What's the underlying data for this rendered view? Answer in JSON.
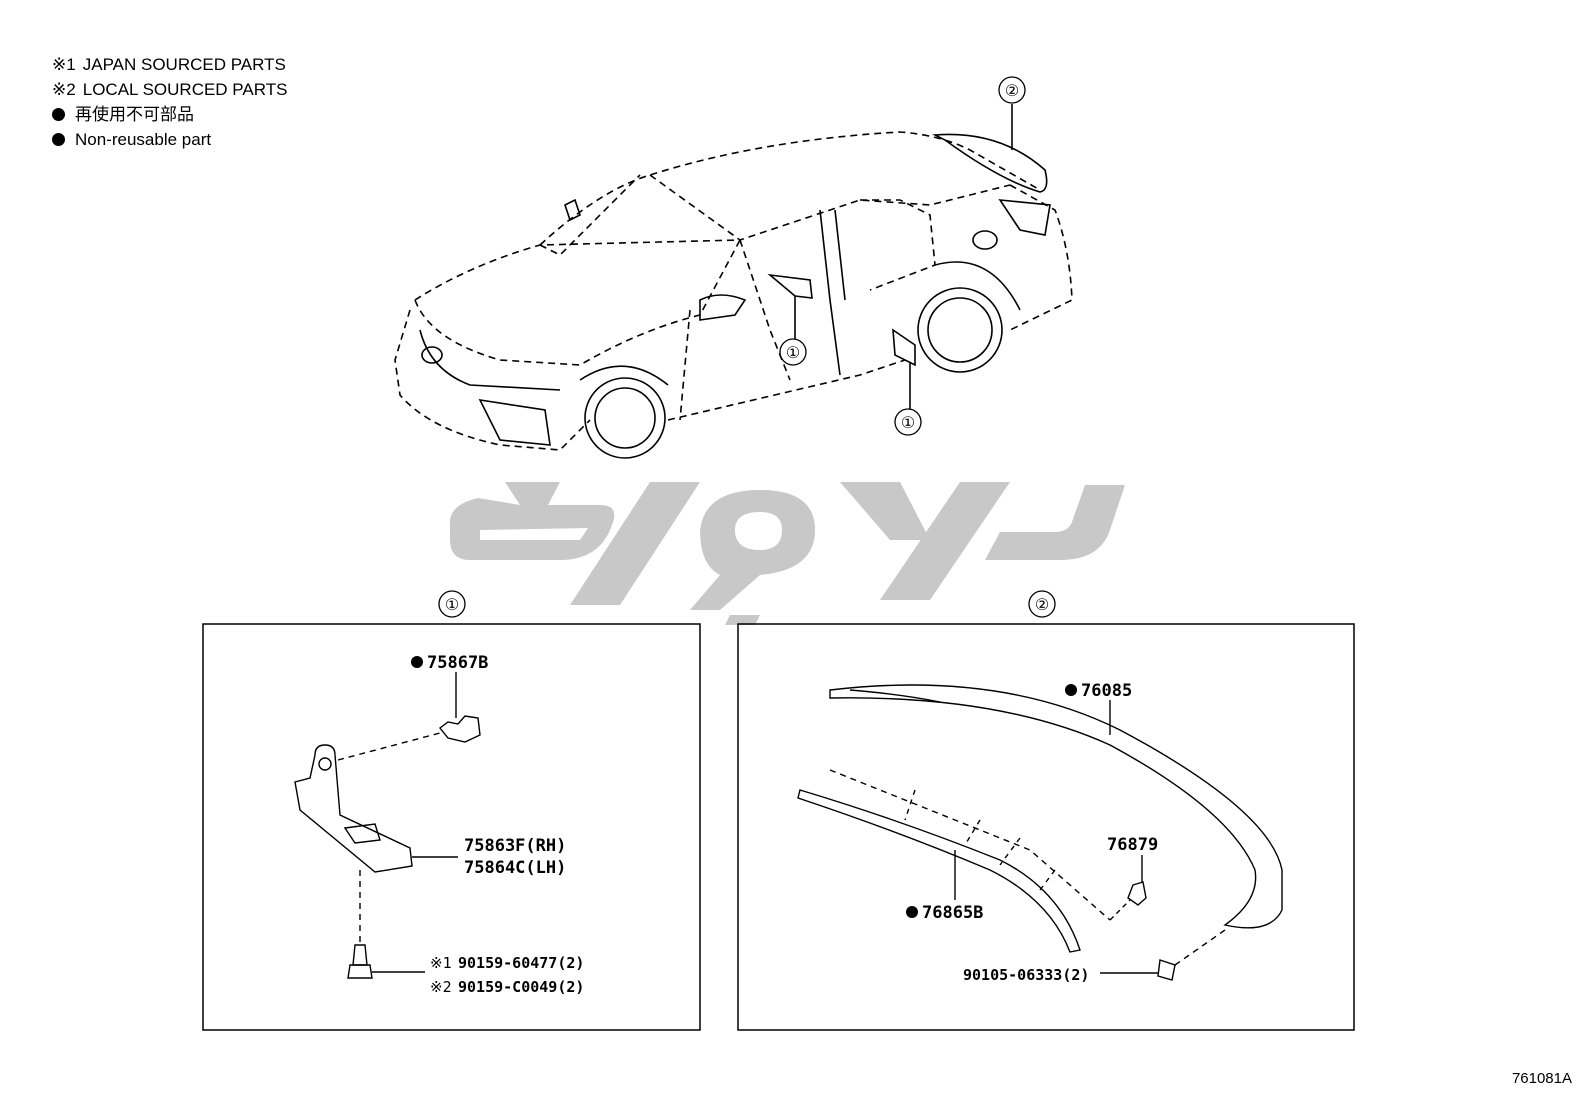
{
  "legend": {
    "note1": {
      "symbol": "※1",
      "text": "JAPAN SOURCED PARTS"
    },
    "note2": {
      "symbol": "※2",
      "text": "LOCAL SOURCED PARTS"
    },
    "nonreuse_jp": "再使用不可部品",
    "nonreuse_en": "Non-reusable part"
  },
  "callouts": {
    "c1": "①",
    "c2": "②"
  },
  "panel1": {
    "title": "①",
    "parts": {
      "clip": "75867B",
      "bracket_rh": "75863F(RH)",
      "bracket_lh": "75864C(LH)",
      "screw_jp_mark": "※1",
      "screw_jp": "90159-60477(2)",
      "screw_local_mark": "※2",
      "screw_local": "90159-C0049(2)"
    }
  },
  "panel2": {
    "title": "②",
    "parts": {
      "spoiler": "76085",
      "tape": "76865B",
      "clip": "76879",
      "screw": "90105-06333(2)"
    }
  },
  "figure_number": "761081A",
  "colors": {
    "line": "#000000",
    "watermark": "#c8c8c8"
  }
}
